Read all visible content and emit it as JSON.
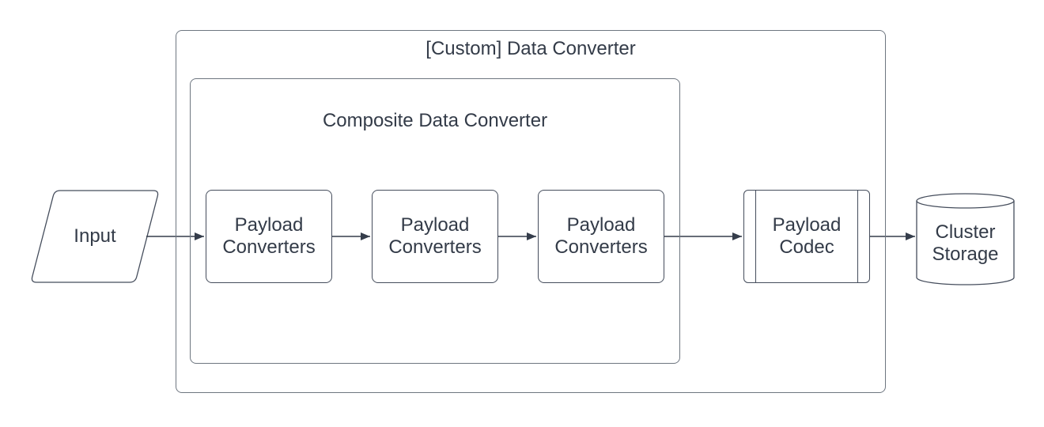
{
  "diagram": {
    "outer_container": {
      "title": "[Custom] Data Converter"
    },
    "inner_container": {
      "title": "Composite Data Converter"
    },
    "nodes": {
      "input": {
        "label": "Input",
        "shape": "parallelogram"
      },
      "converter1": {
        "label": "Payload Converters",
        "shape": "rounded-rectangle"
      },
      "converter2": {
        "label": "Payload Converters",
        "shape": "rounded-rectangle"
      },
      "converter3": {
        "label": "Payload Converters",
        "shape": "rounded-rectangle"
      },
      "codec": {
        "label": "Payload Codec",
        "shape": "predefined-process"
      },
      "storage": {
        "label": "Cluster Storage",
        "shape": "cylinder"
      }
    },
    "edges": [
      {
        "from": "input",
        "to": "converter1"
      },
      {
        "from": "converter1",
        "to": "converter2"
      },
      {
        "from": "converter2",
        "to": "converter3"
      },
      {
        "from": "converter3",
        "to": "codec"
      },
      {
        "from": "codec",
        "to": "storage"
      }
    ],
    "colors": {
      "shape_stroke": "#454d5c",
      "container_stroke": "#6e7680",
      "text": "#333b48",
      "arrow": "#353d4b",
      "bg": "#ffffff"
    }
  }
}
